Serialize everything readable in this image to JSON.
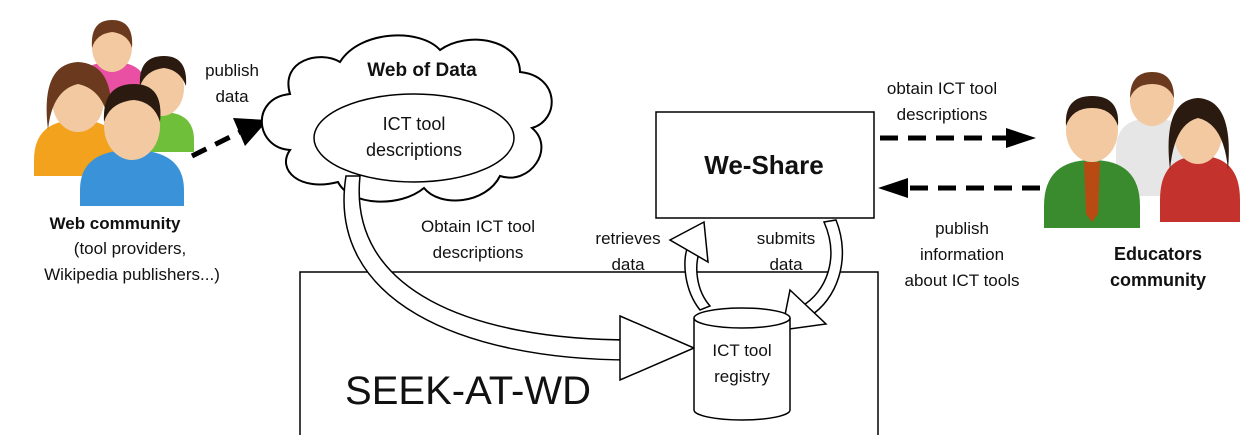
{
  "web_community": {
    "title": "Web community",
    "line1": "(tool providers,",
    "line2": "Wikipedia publishers...)"
  },
  "publish_data": {
    "line1": "publish",
    "line2": "data"
  },
  "web_of_data": {
    "title": "Web of Data",
    "ellipse_line1": "ICT tool",
    "ellipse_line2": "descriptions"
  },
  "obtain_descriptions": {
    "line1": "Obtain ICT tool",
    "line2": "descriptions"
  },
  "we_share": {
    "title": "We-Share"
  },
  "retrieves": {
    "line1": "retrieves",
    "line2": "data"
  },
  "submits": {
    "line1": "submits",
    "line2": "data"
  },
  "registry": {
    "line1": "ICT tool",
    "line2": "registry"
  },
  "seek": {
    "title": "SEEK-AT-WD"
  },
  "obtain_edu": {
    "line1": "obtain ICT tool",
    "line2": "descriptions"
  },
  "publish_edu": {
    "line1": "publish",
    "line2": "information",
    "line3": "about ICT tools"
  },
  "educators": {
    "line1": "Educators",
    "line2": "community"
  },
  "colors": {
    "skin": "#f2c9a0",
    "hair_brown": "#6b3a1e",
    "hair_dark": "#2b1a10",
    "shirt_pink": "#e94fa2",
    "shirt_orange": "#f2a21c",
    "shirt_green": "#6fbf3a",
    "shirt_blue": "#3a93d8",
    "suit_green": "#3a8a2e",
    "suit_red": "#c4322e",
    "shirt_white": "#e6e6e6"
  }
}
